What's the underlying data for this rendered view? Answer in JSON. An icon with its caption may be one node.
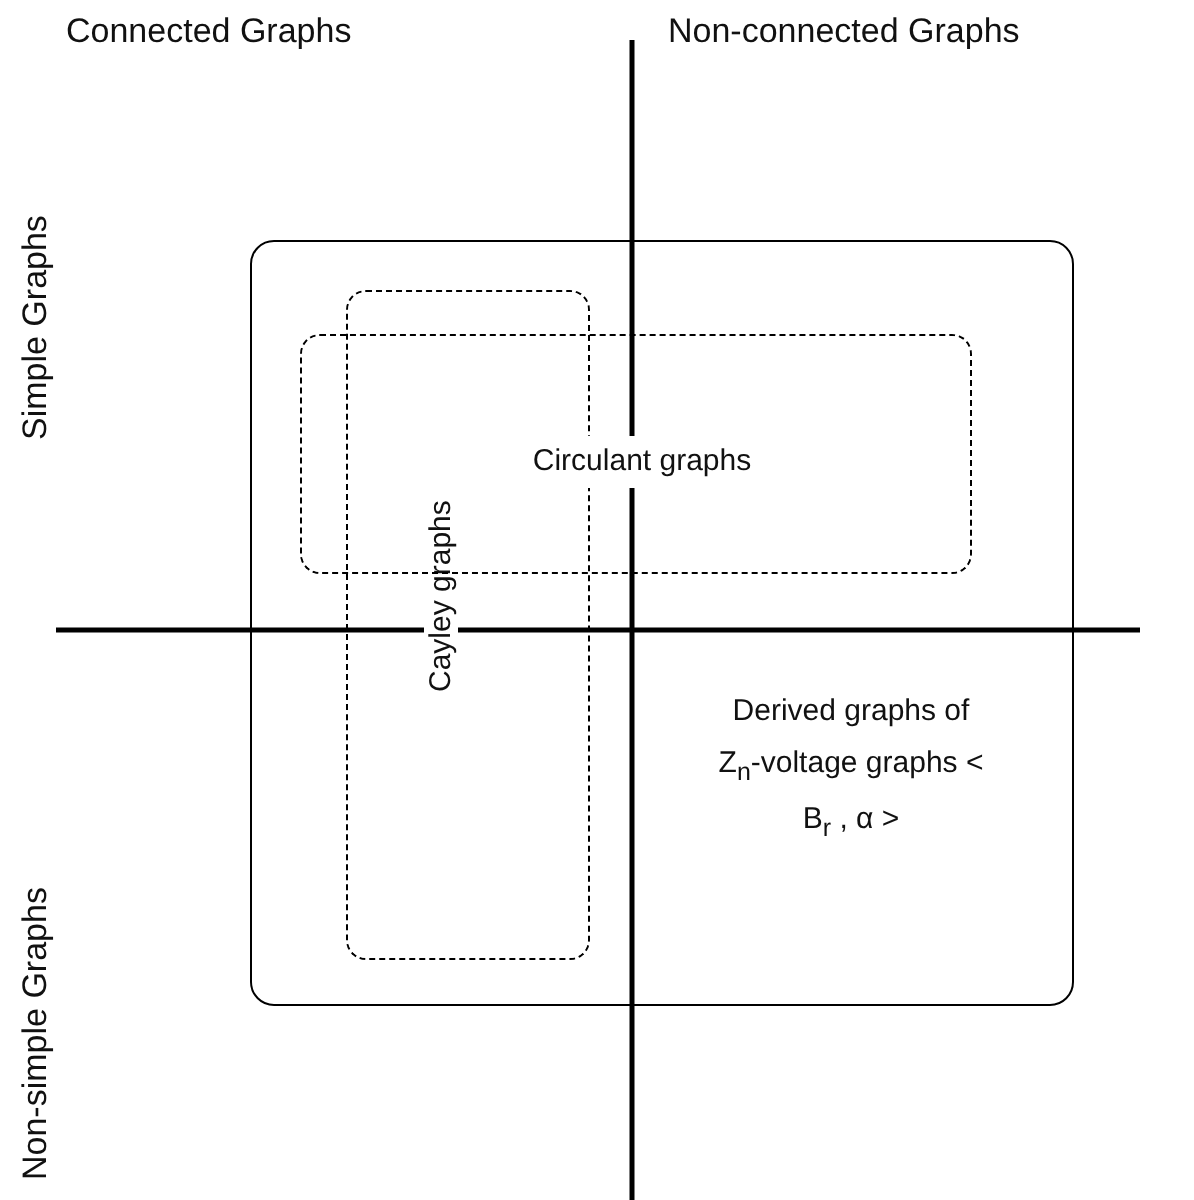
{
  "diagram": {
    "nodes": [
      {
        "text": [
          "Derived graphs of Z$_{n}$-voltage graphs < B$_{r}$ , α >"
        ]
      },
      {
        "text": [
          "Cayley graphs"
        ],
        "in": 0
      },
      {
        "text": [
          "Circulant graphs"
        ],
        "in": 0
      }
    ],
    "labels": [
      "Connected Graphs",
      "Non-connected Graphs",
      "Simple Graphs",
      "Non-simple Graphs"
    ]
  }
}
